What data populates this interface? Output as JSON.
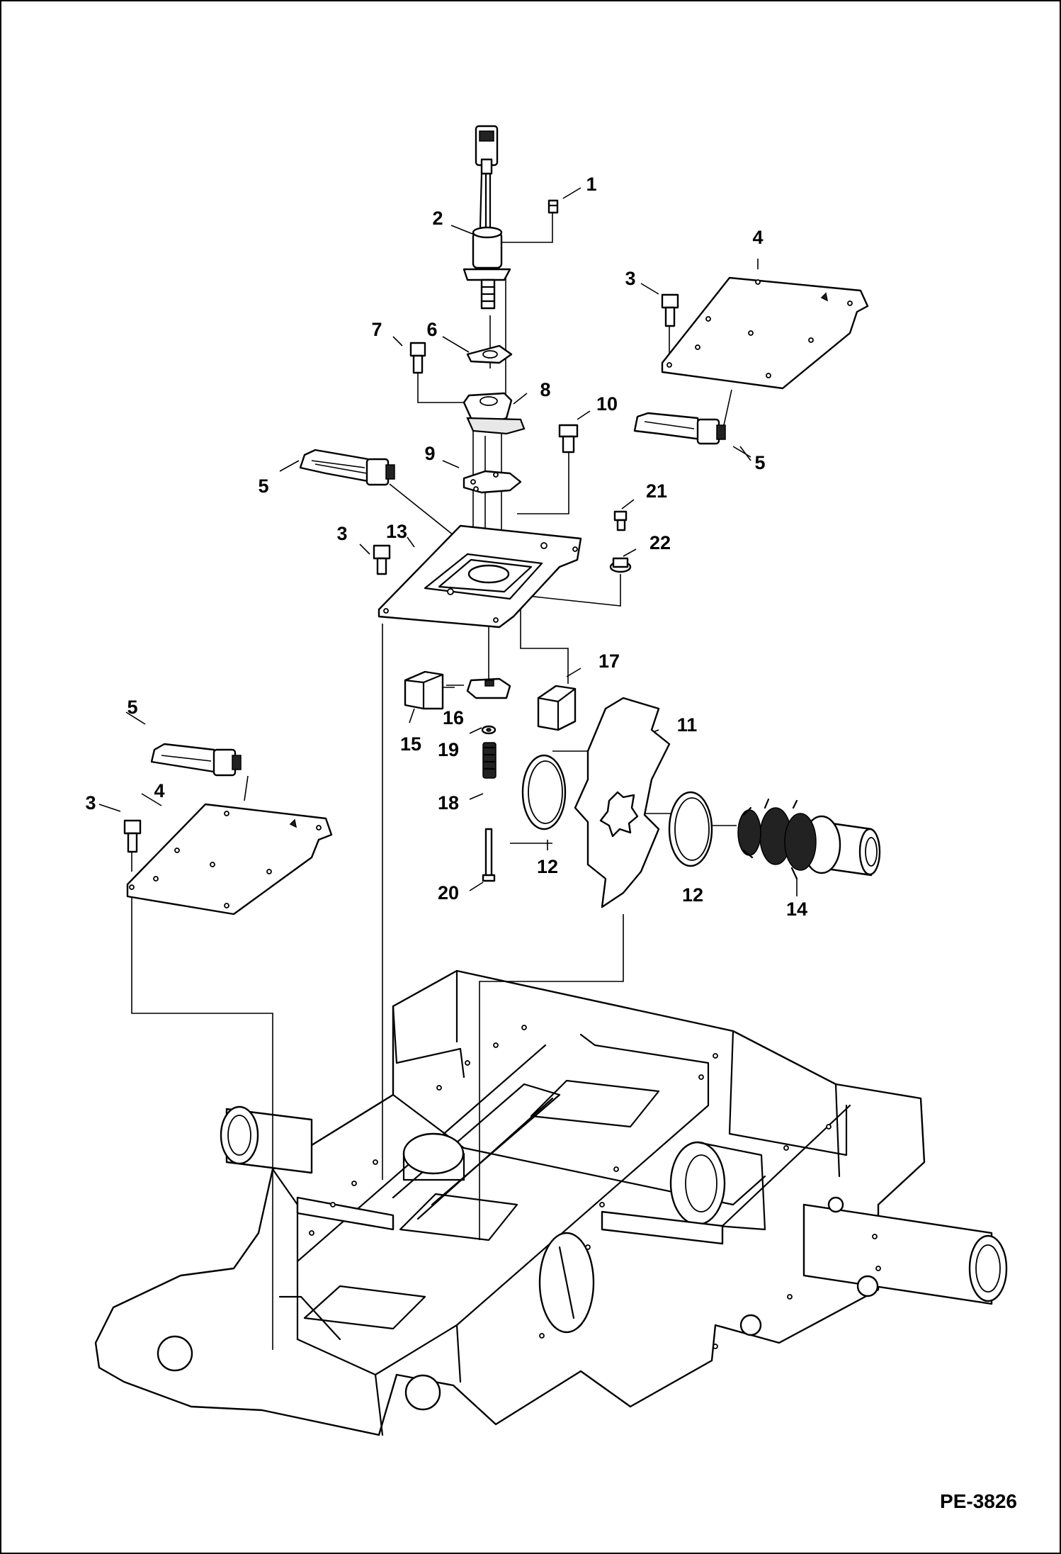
{
  "figure_code": "PE-3826",
  "callouts": [
    {
      "id": "c1",
      "text": "1"
    },
    {
      "id": "c2",
      "text": "2"
    },
    {
      "id": "c3a",
      "text": "3"
    },
    {
      "id": "c3b",
      "text": "3"
    },
    {
      "id": "c3c",
      "text": "3"
    },
    {
      "id": "c4a",
      "text": "4"
    },
    {
      "id": "c4b",
      "text": "4"
    },
    {
      "id": "c5a",
      "text": "5"
    },
    {
      "id": "c5b",
      "text": "5"
    },
    {
      "id": "c5c",
      "text": "5"
    },
    {
      "id": "c6",
      "text": "6"
    },
    {
      "id": "c7",
      "text": "7"
    },
    {
      "id": "c8",
      "text": "8"
    },
    {
      "id": "c9",
      "text": "9"
    },
    {
      "id": "c10",
      "text": "10"
    },
    {
      "id": "c11",
      "text": "11"
    },
    {
      "id": "c12a",
      "text": "12"
    },
    {
      "id": "c12b",
      "text": "12"
    },
    {
      "id": "c13",
      "text": "13"
    },
    {
      "id": "c14",
      "text": "14"
    },
    {
      "id": "c15",
      "text": "15"
    },
    {
      "id": "c16",
      "text": "16"
    },
    {
      "id": "c17",
      "text": "17"
    },
    {
      "id": "c18",
      "text": "18"
    },
    {
      "id": "c19",
      "text": "19"
    },
    {
      "id": "c20",
      "text": "20"
    },
    {
      "id": "c21",
      "text": "21"
    },
    {
      "id": "c22",
      "text": "22"
    }
  ]
}
